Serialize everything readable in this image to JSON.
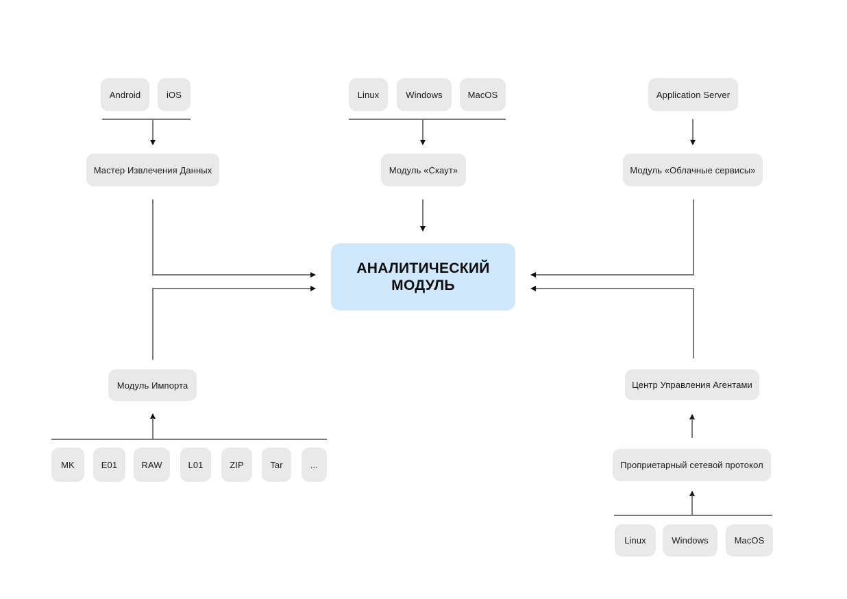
{
  "colors": {
    "node_bg": "#e9e9e9",
    "center_bg": "#cfe8fb",
    "line": "#7a7a7a",
    "arrow": "#111111",
    "text": "#1c1c1c"
  },
  "diagram": {
    "center": {
      "label": "АНАЛИТИЧЕСКИЙ МОДУЛЬ"
    },
    "mobile": {
      "sources": [
        "Android",
        "iOS"
      ],
      "module": "Мастер Извлечения Данных"
    },
    "scout": {
      "sources": [
        "Linux",
        "Windows",
        "MacOS"
      ],
      "module": "Модуль «Скаут»"
    },
    "cloud": {
      "source": "Application Server",
      "module": "Модуль «Облачные сервисы»"
    },
    "import": {
      "module": "Модуль Импорта",
      "formats": [
        "MK",
        "E01",
        "RAW",
        "L01",
        "ZIP",
        "Tar",
        "..."
      ]
    },
    "agents": {
      "module": "Центр Управления Агентами",
      "protocol": "Проприетарный сетевой протокол",
      "sources": [
        "Linux",
        "Windows",
        "MacOS"
      ]
    }
  }
}
